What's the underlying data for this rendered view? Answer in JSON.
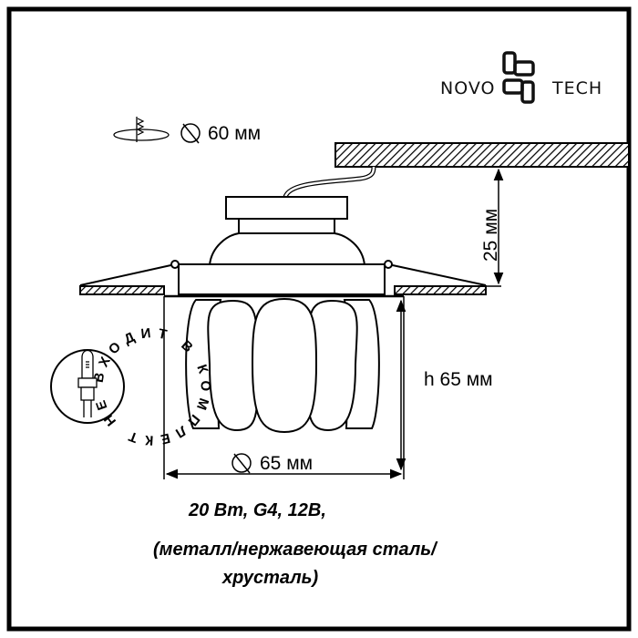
{
  "logo": {
    "brand": "NOVOTECH",
    "left": "NOVO",
    "right": "TECH"
  },
  "cutout": {
    "icon": "ceiling-cutout-diameter-icon",
    "label": "60 мм"
  },
  "dimensions": {
    "mount_height": "25 мм",
    "height": "h 65 мм",
    "diameter": "65 мм"
  },
  "lamp_badge": {
    "icon": "g4-halogen-bulb-icon",
    "text": "НЕ ВХОДИТ В КОМПЛЕКТ"
  },
  "specs": {
    "line1": "20 Вт, G4, 12В,",
    "line2": "(металл/нержавеющая сталь/",
    "line3": "хрусталь)"
  }
}
